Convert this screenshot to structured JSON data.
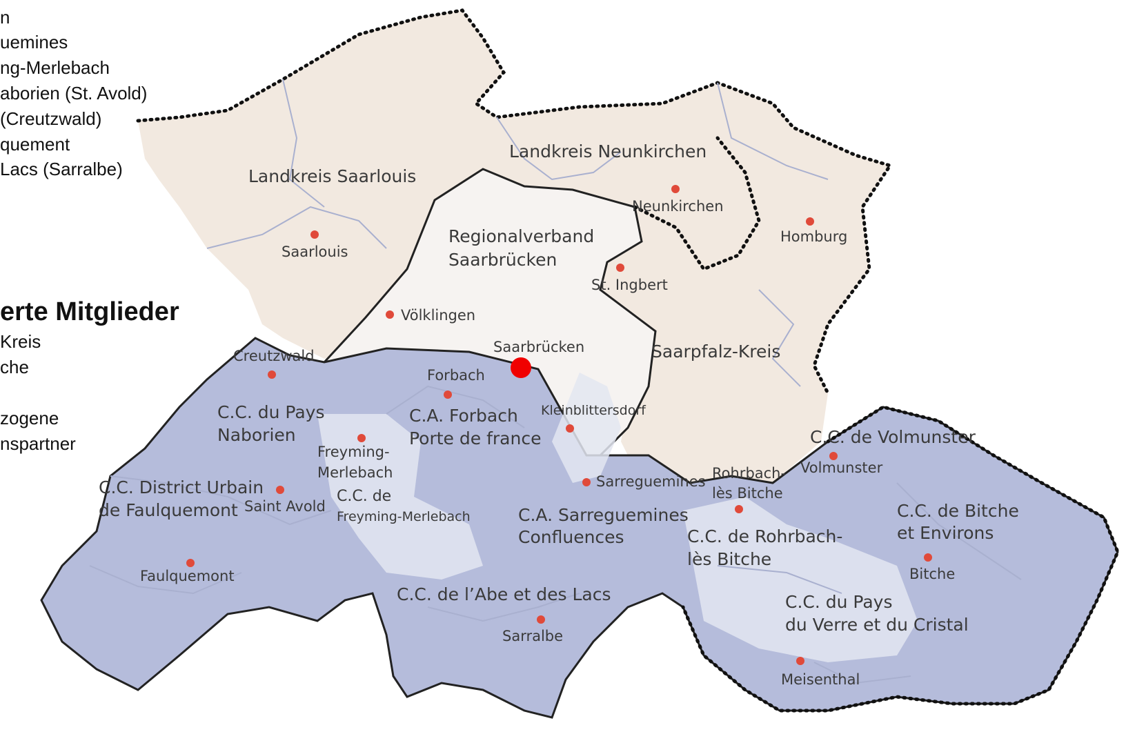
{
  "legend": {
    "lines_top": [
      "n",
      "uemines",
      "ng-Merlebach",
      "aborien (St. Avold)",
      " (Creutzwald)",
      "quement",
      "Lacs (Sarralbe)"
    ],
    "heading": "erte Mitglieder",
    "lines_bottom": [
      "Kreis",
      "che",
      "",
      "zogene",
      "nspartner"
    ]
  },
  "map": {
    "colors": {
      "german_region": "#f2e9e0",
      "saarbruecken_region": "#f6f3f1",
      "french_light": "#e3e6f1",
      "french_dark": "#b5bcdb",
      "boundary": "#9aa3c6",
      "dot": "#e04a3a",
      "main_dot": "#f00000"
    },
    "labels": {
      "saarlouis_district": "Landkreis Saarlouis",
      "neunkirchen_district": "Landkreis Neunkirchen",
      "regionalverband_1": "Regionalverband",
      "regionalverband_2": "Saarbrücken",
      "saarpfalz": "Saarpfalz-Kreis",
      "saarlouis": "Saarlouis",
      "neunkirchen": "Neunkirchen",
      "homburg": "Homburg",
      "st_ingbert": "St. Ingbert",
      "voelklingen": "Völklingen",
      "saarbruecken": "Saarbrücken",
      "creutzwald": "Creutzwald",
      "forbach": "Forbach",
      "kleinblittersdorf": "Kleinblittersdorf",
      "cc_naborien_1": "C.C. du Pays",
      "cc_naborien_2": "Naborien",
      "ca_forbach_1": "C.A. Forbach",
      "ca_forbach_2": "Porte de france",
      "freyming_1": "Freyming-",
      "freyming_2": "Merlebach",
      "cc_volmunster": "C.C. de Volmunster",
      "volmunster": "Volmunster",
      "rohrbach_1": "Rohrbach-",
      "rohrbach_2": "lès Bitche",
      "sarreguemines": "Sarreguemines",
      "cc_faulquemont_1": "C.C. District Urbain",
      "cc_faulquemont_2": "de Faulquemont",
      "saint_avold": "Saint Avold",
      "cc_freyming_1": "C.C. de",
      "cc_freyming_2": "Freyming-Merlebach",
      "ca_sarreguemines_1": "C.A. Sarreguemines",
      "ca_sarreguemines_2": "Confluences",
      "cc_bitche_1": "C.C. de Bitche",
      "cc_bitche_2": "et Environs",
      "cc_rohrbach_1": "C.C. de Rohrbach-",
      "cc_rohrbach_2": "lès Bitche",
      "bitche": "Bitche",
      "faulquemont": "Faulquemont",
      "cc_albe": "C.C. de l’Abe et des Lacs",
      "sarralbe": "Sarralbe",
      "cc_verre_1": "C.C. du Pays",
      "cc_verre_2": "du Verre et du Cristal",
      "meisenthal": "Meisenthal"
    }
  }
}
